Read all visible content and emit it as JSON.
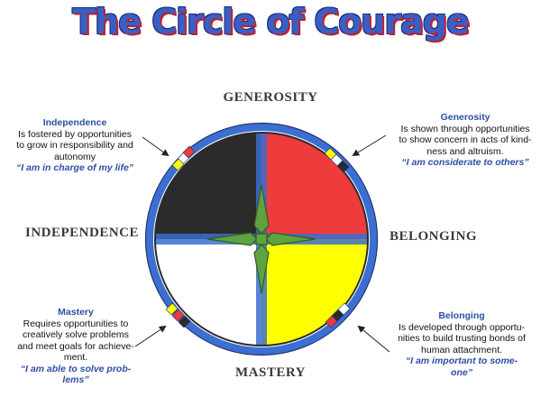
{
  "title": "The Circle of Courage",
  "directions": {
    "top": "GENEROSITY",
    "left": "INDEPENDENCE",
    "right": "BELONGING",
    "bottom": "MASTERY"
  },
  "notes": {
    "independence": {
      "title": "Independence",
      "lines": [
        "Is fostered by opportunities",
        "to grow in responsibility and",
        "autonomy"
      ],
      "quote": "“I am in charge of my life”"
    },
    "generosity": {
      "title": "Generosity",
      "lines": [
        "Is shown through opportunities",
        "to show concern in acts of kind-",
        "ness and altruism."
      ],
      "quote": "“I am considerate to others”"
    },
    "mastery": {
      "title": "Mastery",
      "lines": [
        "Requires opportunities to",
        "creatively solve problems",
        "and meet goals for achieve-",
        "ment."
      ],
      "quote_lines": [
        "“I am able to solve prob-",
        "lems”"
      ]
    },
    "belonging": {
      "title": "Belonging",
      "lines": [
        "Is developed through opportu-",
        "nities to build trusting bonds of",
        "human attachment."
      ],
      "quote_lines": [
        "“I am important to some-",
        "one”"
      ]
    }
  },
  "colors": {
    "title": "#3a5fc4",
    "rim": "#3b6fd1",
    "quadrant_top_left": "#2b2b2b",
    "quadrant_top_right": "#ee3b3b",
    "quadrant_bottom_left": "#ffffff",
    "quadrant_bottom_right": "#ffff00",
    "cross": "#5a9a3a",
    "cross_border": "#3b6fd1",
    "note_text": "#2e4fa6"
  }
}
